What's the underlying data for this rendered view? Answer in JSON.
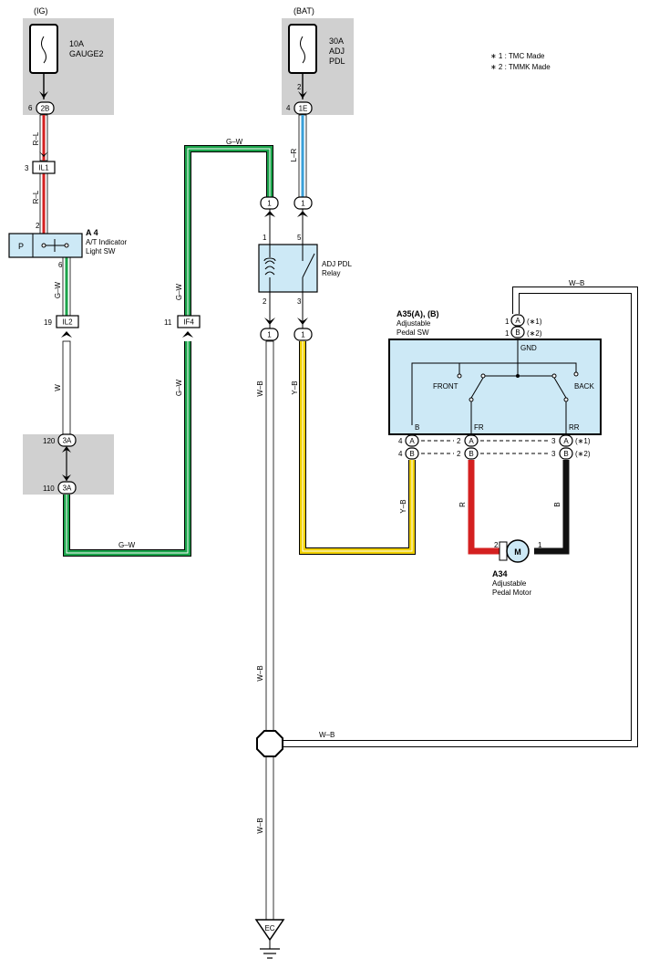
{
  "sources": {
    "ig": "(IG)",
    "bat": "(BAT)"
  },
  "fuses": {
    "gauge": {
      "line1": "10A",
      "line2": "GAUGE2"
    },
    "adj_pdl": {
      "line1": "30A",
      "line2": "ADJ",
      "line3": "PDL"
    }
  },
  "notes": {
    "n1": "∗ 1 : TMC Made",
    "n2": "∗ 2 : TMMK Made"
  },
  "connectors": {
    "2B": {
      "label": "2B",
      "pin": "6"
    },
    "1E": {
      "label": "1E",
      "pin": "4"
    },
    "1E_top_pin": "2",
    "IL1": {
      "label": "IL1",
      "pin": "3"
    },
    "IL2": {
      "label": "IL2",
      "pin": "19"
    },
    "IF4": {
      "label": "IF4",
      "pin": "11"
    },
    "3A_top": {
      "label": "3A",
      "pin": "120"
    },
    "3A_bot": {
      "label": "3A",
      "pin": "110"
    },
    "j1": "1"
  },
  "components": {
    "a4": {
      "id": "A 4",
      "name1": "A/T Indicator",
      "name2": "Light SW",
      "pos_p": "P",
      "pin_top": "2",
      "pin_bot": "6"
    },
    "relay": {
      "name1": "ADJ PDL",
      "name2": "Relay",
      "p1": "1",
      "p5": "5",
      "p2": "2",
      "p3": "3"
    },
    "a35": {
      "id": "A35(A), (B)",
      "name1": "Adjustable",
      "name2": "Pedal SW",
      "gnd": "GND",
      "front": "FRONT",
      "back": "BACK",
      "b": "B",
      "fr": "FR",
      "rr": "RR",
      "pinA": "A",
      "pinB": "B",
      "pin1": "1",
      "pin2": "2",
      "pin3": "3",
      "pin4": "4",
      "tag1": "(∗1)",
      "tag2": "(∗2)"
    },
    "a34": {
      "id": "A34",
      "name1": "Adjustable",
      "name2": "Pedal Motor",
      "motor": "M",
      "p1": "1",
      "p2": "2"
    },
    "ground": {
      "label": "EC"
    }
  },
  "wires": {
    "rl": "R–L",
    "gw": "G–W",
    "w": "W",
    "lr": "L–R",
    "wb": "W–B",
    "yb": "Y–B",
    "r": "R",
    "b": "B"
  },
  "colors": {
    "red": "#d42020",
    "green": "#1aa34a",
    "blue": "#3aa0d8",
    "yellow": "#f0d000",
    "black": "#111111",
    "gray_box": "#d0d0d0",
    "component_fill": "#cde9f6"
  }
}
